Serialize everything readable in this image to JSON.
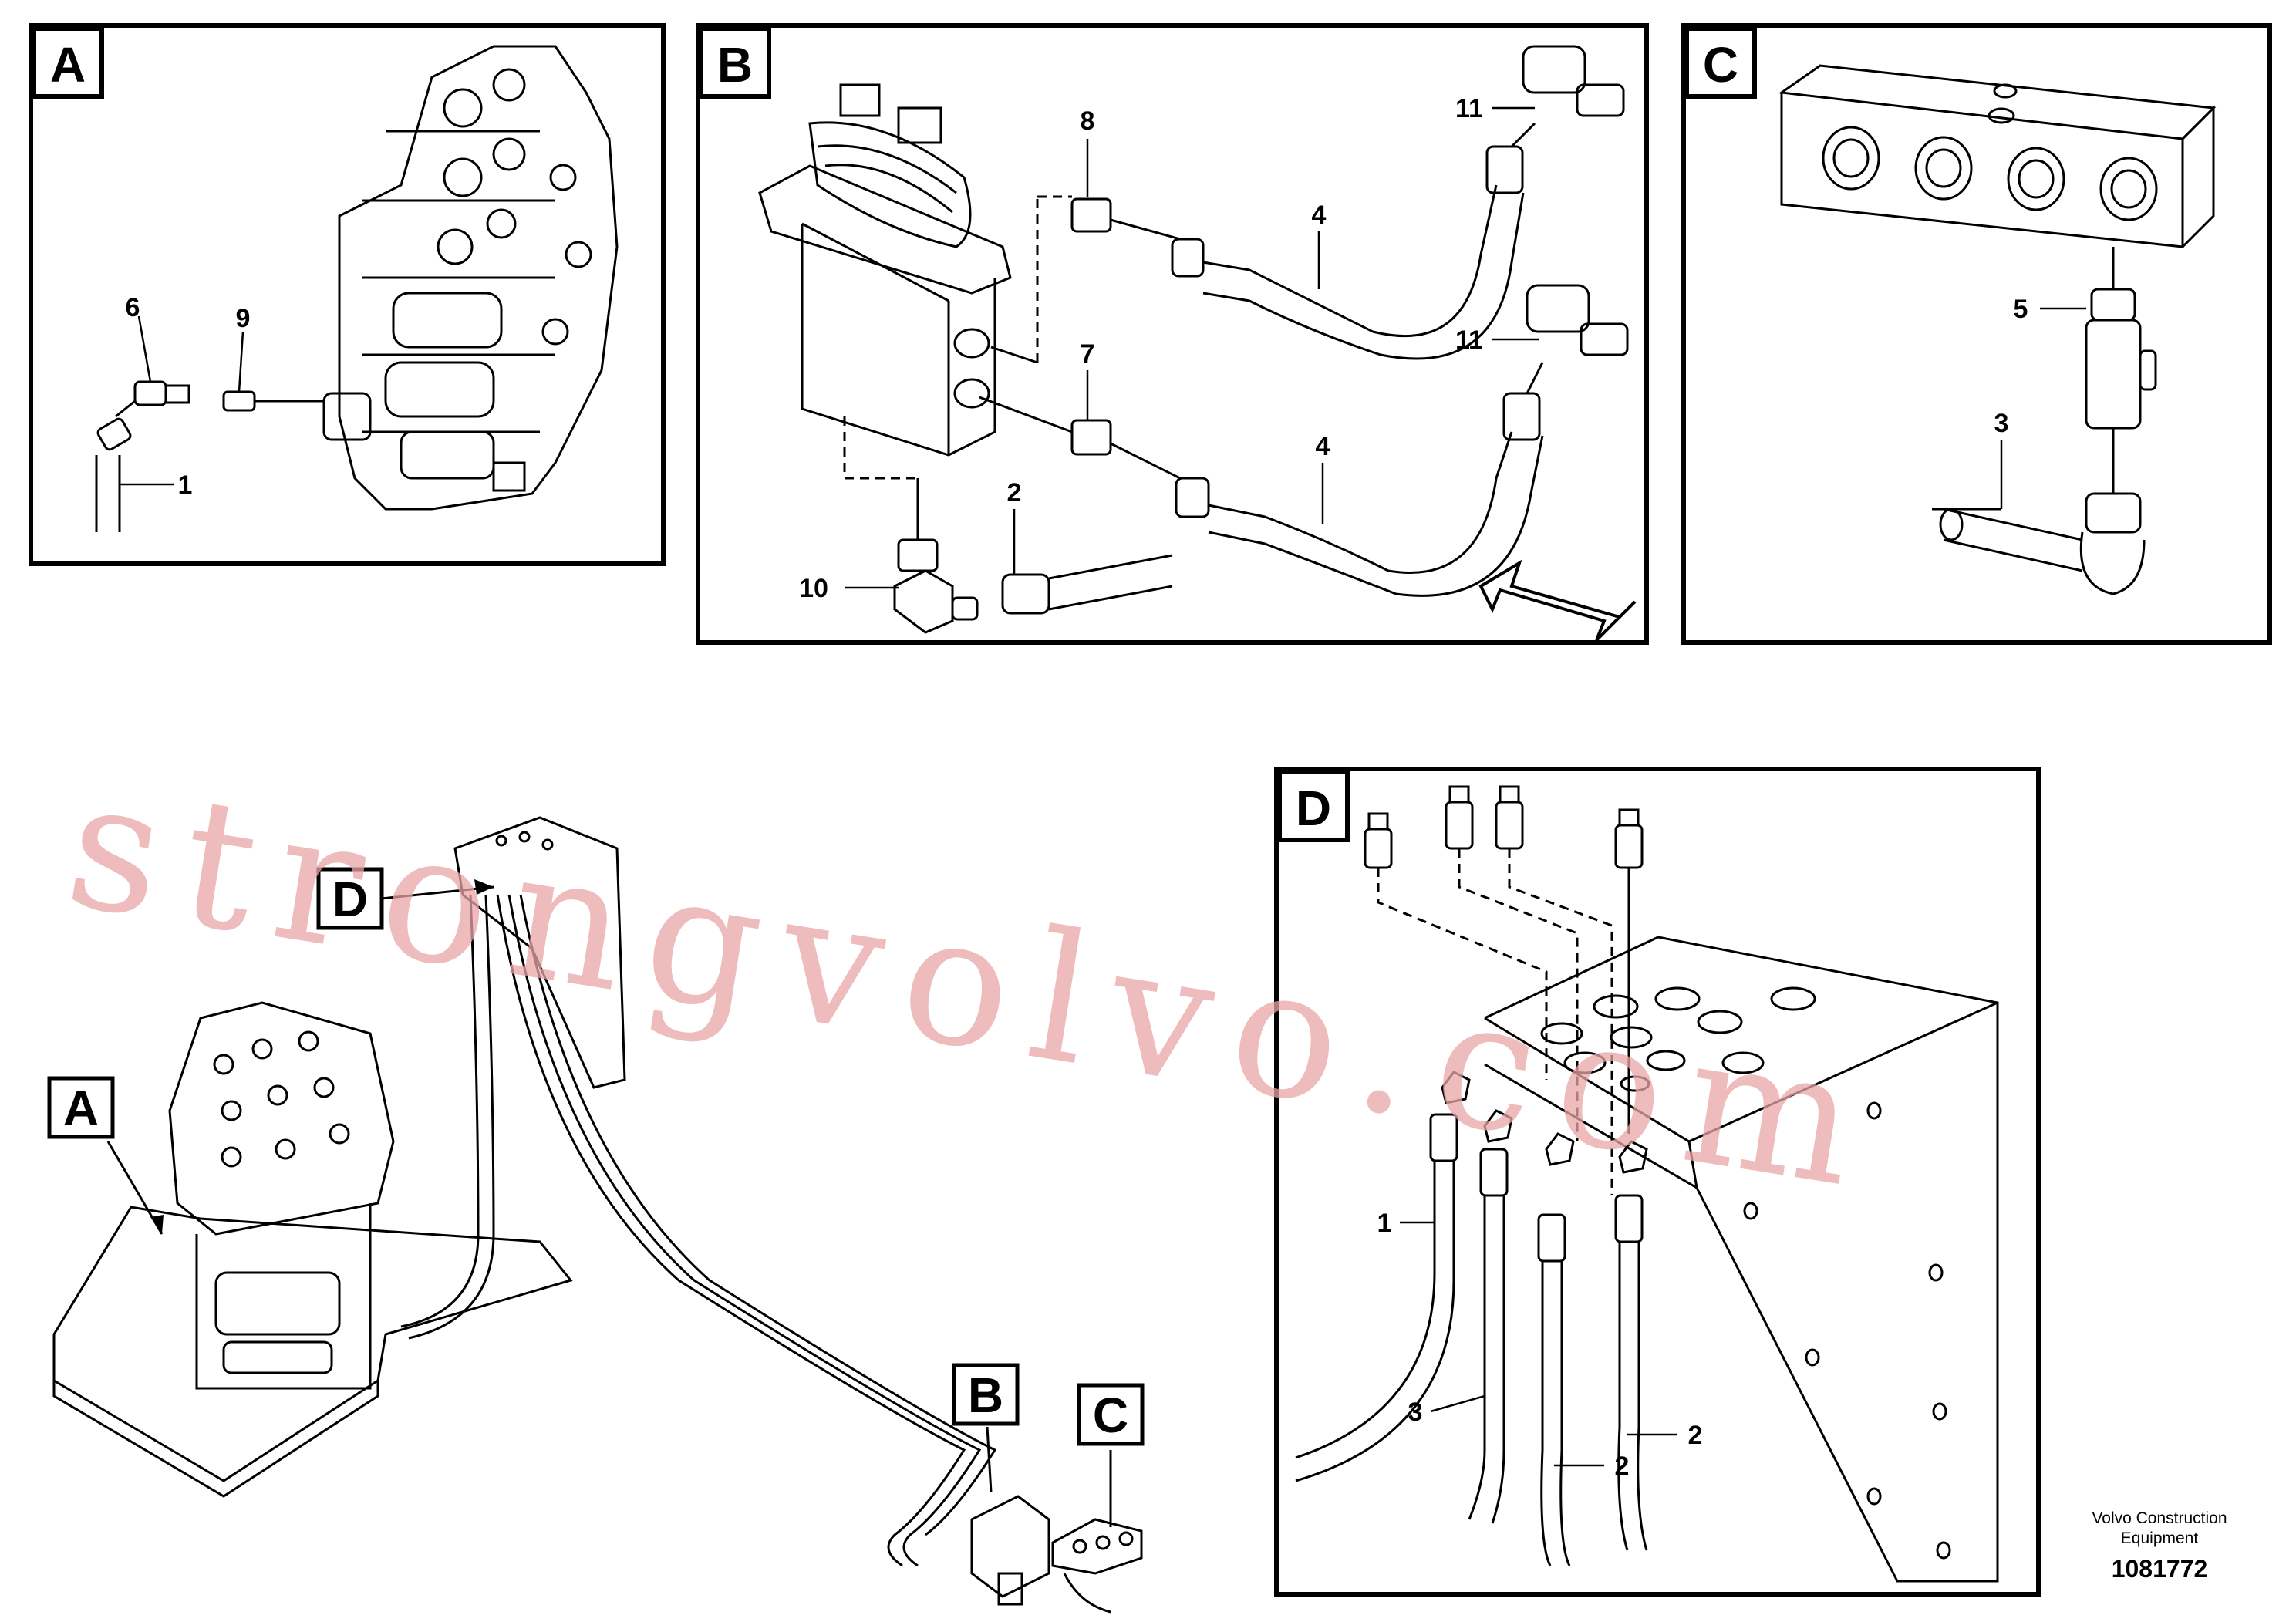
{
  "panels": {
    "a": {
      "letter": "A",
      "callouts": [
        "6",
        "9",
        "1"
      ]
    },
    "b": {
      "letter": "B",
      "callouts": [
        "8",
        "11",
        "4",
        "7",
        "11",
        "4",
        "2",
        "10"
      ]
    },
    "c": {
      "letter": "C",
      "callouts": [
        "5",
        "3"
      ]
    },
    "d": {
      "letter": "D",
      "callouts": [
        "1",
        "3",
        "2",
        "2"
      ]
    }
  },
  "overview_tags": [
    "D",
    "A",
    "B",
    "C"
  ],
  "watermark": "strongvolvo.com",
  "caption": {
    "line1": "Volvo Construction",
    "line2": "Equipment",
    "number": "1081772"
  }
}
